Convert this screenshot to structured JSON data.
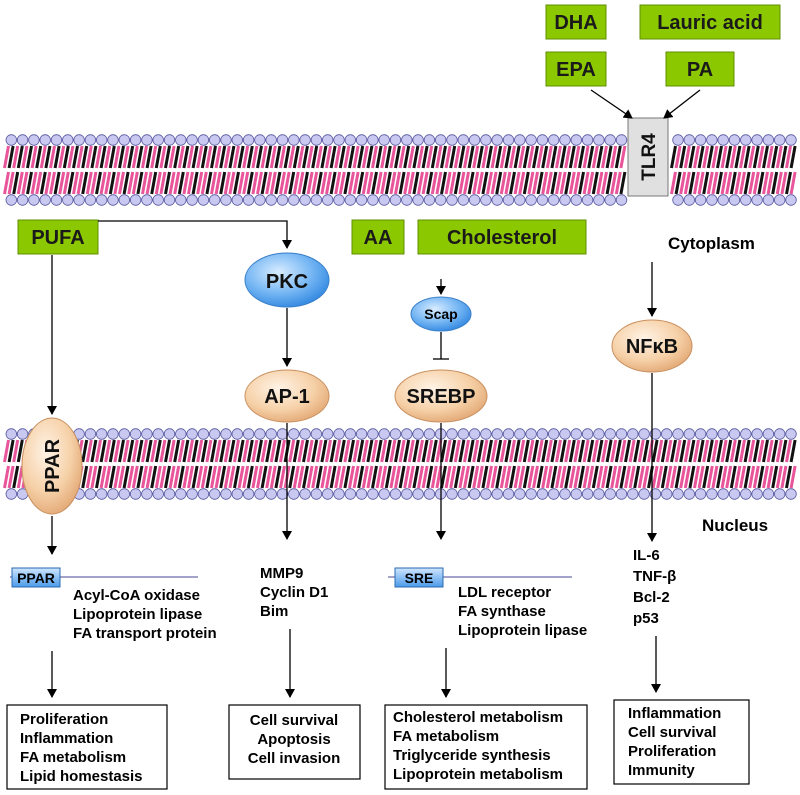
{
  "fatty_acids_top": [
    "DHA",
    "Lauric acid",
    "EPA",
    "PA"
  ],
  "receptor": "TLR4",
  "ligands": {
    "pufa": "PUFA",
    "aa": "AA",
    "cholesterol": "Cholesterol"
  },
  "compartments": {
    "cytoplasm": "Cytoplasm",
    "nucleus": "Nucleus"
  },
  "signaling": {
    "pkc": "PKC",
    "scap": "Scap",
    "nfkb": "NFκB",
    "ap1": "AP-1",
    "srebp": "SREBP",
    "ppar": "PPAR"
  },
  "response_elements": {
    "ppar": "PPAR",
    "sre": "SRE"
  },
  "targets": {
    "ppar": [
      "Acyl-CoA oxidase",
      "Lipoprotein lipase",
      "FA transport protein"
    ],
    "ap1": [
      "MMP9",
      "Cyclin D1",
      "Bim"
    ],
    "sre": [
      "LDL receptor",
      "FA synthase",
      "Lipoprotein lipase"
    ],
    "nfkb": [
      "IL-6",
      "TNF-β",
      "Bcl-2",
      "p53"
    ]
  },
  "outcomes": {
    "ppar": [
      "Proliferation",
      "Inflammation",
      "FA metabolism",
      "Lipid homestasis"
    ],
    "ap1": [
      "Cell survival",
      "Apoptosis",
      "Cell invasion"
    ],
    "srebp": [
      "Cholesterol metabolism",
      "FA metabolism",
      "Triglyceride synthesis",
      "Lipoprotein metabolism"
    ],
    "nfkb": [
      "Inflammation",
      "Cell survival",
      "Proliferation",
      "Immunity"
    ]
  },
  "colors": {
    "green_box": "#8cc800",
    "membrane_head": "#c8c8f0",
    "membrane_tail_black": "#111111",
    "membrane_tail_pink": "#e8559a",
    "blue_node": "#5aaaf0",
    "peach_node": "#f5c89a",
    "sre_box": "#6ab4f0"
  }
}
